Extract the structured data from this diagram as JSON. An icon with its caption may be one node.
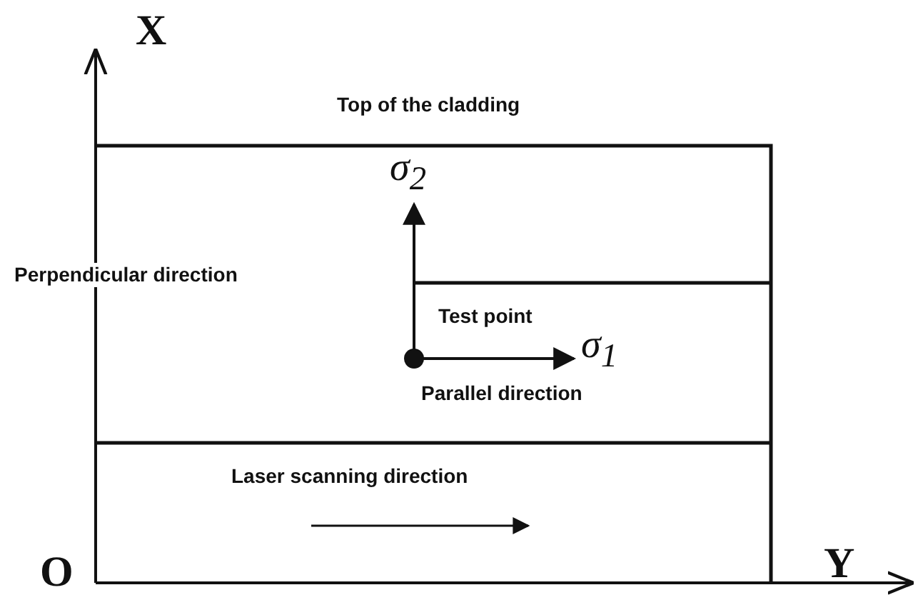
{
  "diagram": {
    "labels": [
      "X",
      "Top of the cladding",
      "σ$_{2}$",
      "Perpendicular direction",
      "Test point",
      "σ$_{1}$",
      "Parallel direction",
      "Laser scanning direction",
      "Y",
      "O"
    ]
  }
}
